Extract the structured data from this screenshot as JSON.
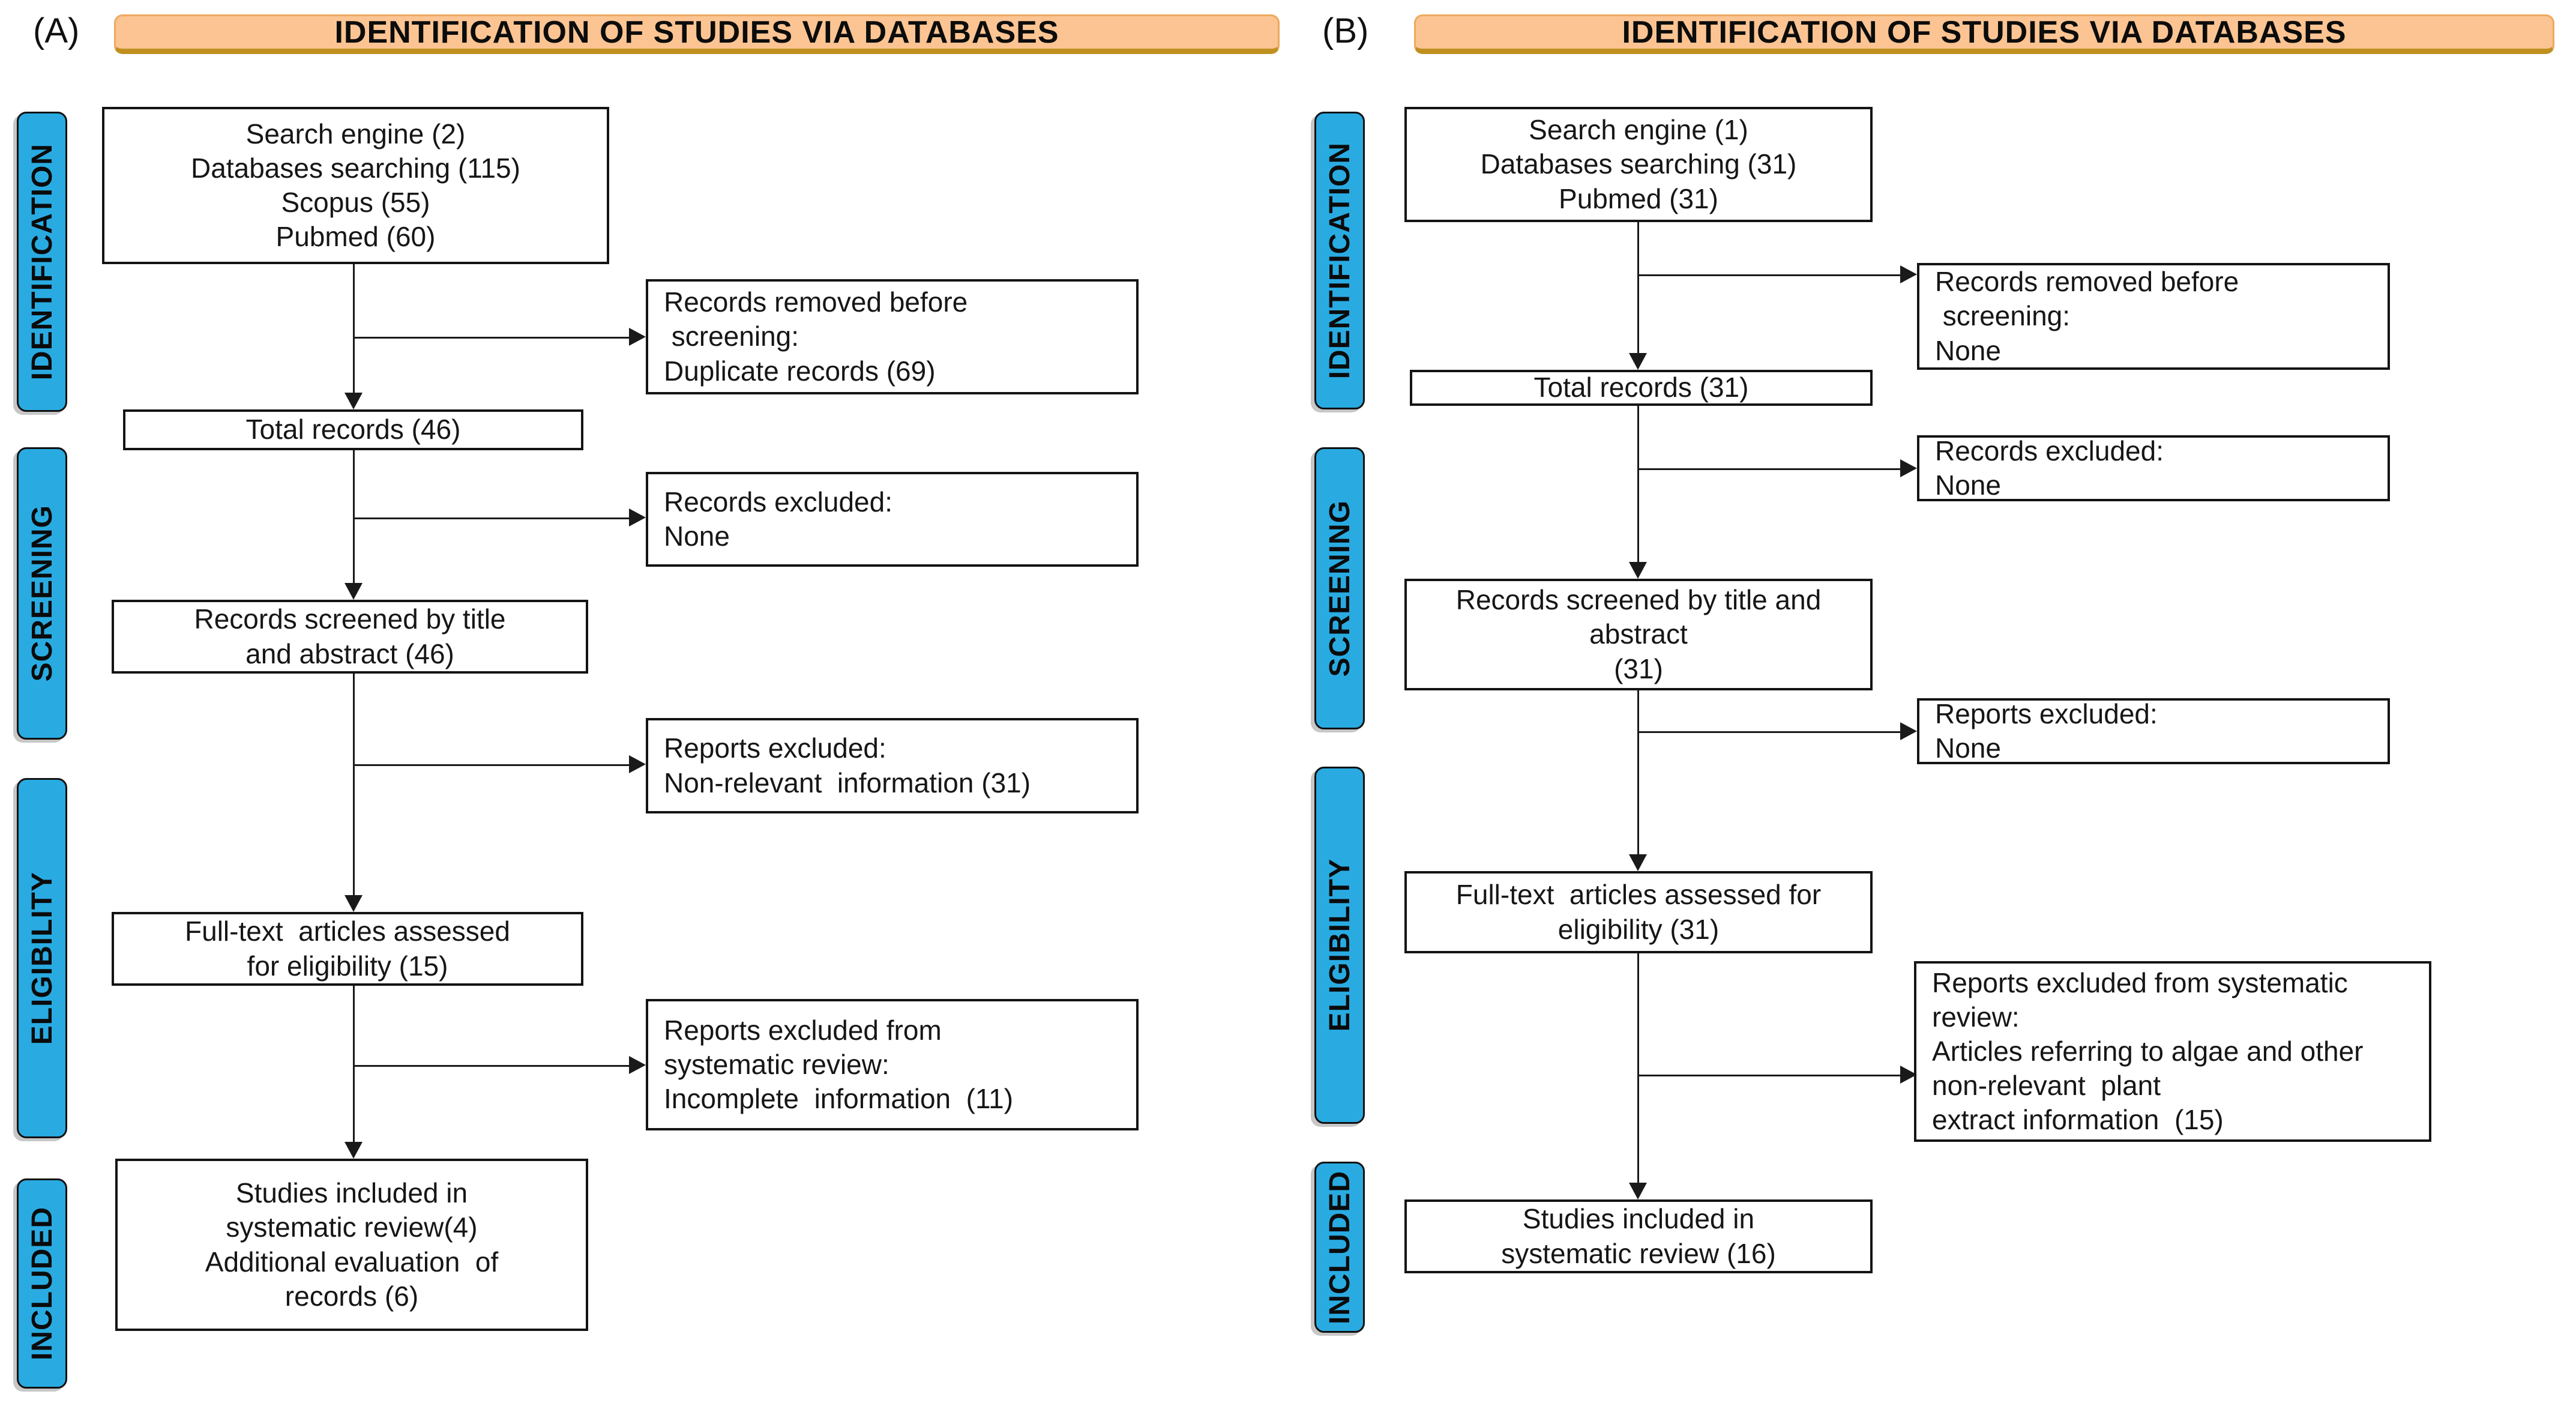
{
  "colors": {
    "banner_fill": "#FBC492",
    "banner_border": "#EDA95F",
    "banner_shadow": "#BF9020",
    "stage_fill": "#29ABE2",
    "stage_border": "#111111",
    "line_color": "#1a1a1a",
    "box_border": "#141414"
  },
  "panelA": {
    "label": "(A)",
    "header": "IDENTIFICATION OF STUDIES VIA DATABASES",
    "stages": {
      "identification": "IDENTIFICATION",
      "screening": "SCREENING",
      "eligibility": "ELIGIBILITY",
      "included": "INCLUDED"
    },
    "boxes": {
      "sources": "Search engine (2)\nDatabases searching (115)\nScopus (55)\nPubmed (60)",
      "removed_before_screening": "Records removed before\n screening:\nDuplicate records (69)",
      "total_records": "Total records (46)",
      "records_excluded": "Records excluded:\nNone",
      "records_screened": "Records screened by title\nand abstract (46)",
      "reports_excluded": "Reports excluded:\nNon-relevant  information (31)",
      "fulltext_assessed": "Full-text  articles assessed\nfor eligibility (15)",
      "reports_excluded_sys": "Reports excluded from\nsystematic review:\nIncomplete  information  (11)",
      "studies_included": "Studies included in\nsystematic review(4)\nAdditional evaluation  of\nrecords (6)"
    }
  },
  "panelB": {
    "label": "(B)",
    "header": "IDENTIFICATION OF STUDIES VIA DATABASES",
    "stages": {
      "identification": "IDENTIFICATION",
      "screening": "SCREENING",
      "eligibility": "ELIGIBILITY",
      "included": "INCLUDED"
    },
    "boxes": {
      "sources": "Search engine (1)\nDatabases searching (31)\nPubmed (31)",
      "removed_before_screening": "Records removed before\n screening:\nNone",
      "total_records": "Total records (31)",
      "records_excluded": "Records excluded:\nNone",
      "records_screened": "Records screened by title and\nabstract\n(31)",
      "reports_excluded": "Reports excluded:\nNone",
      "fulltext_assessed": "Full-text  articles assessed for\neligibility (31)",
      "reports_excluded_sys": "Reports excluded from systematic\nreview:\nArticles referring to algae and other\nnon-relevant  plant\nextract information  (15)",
      "studies_included": "Studies included in\nsystematic review (16)"
    }
  }
}
